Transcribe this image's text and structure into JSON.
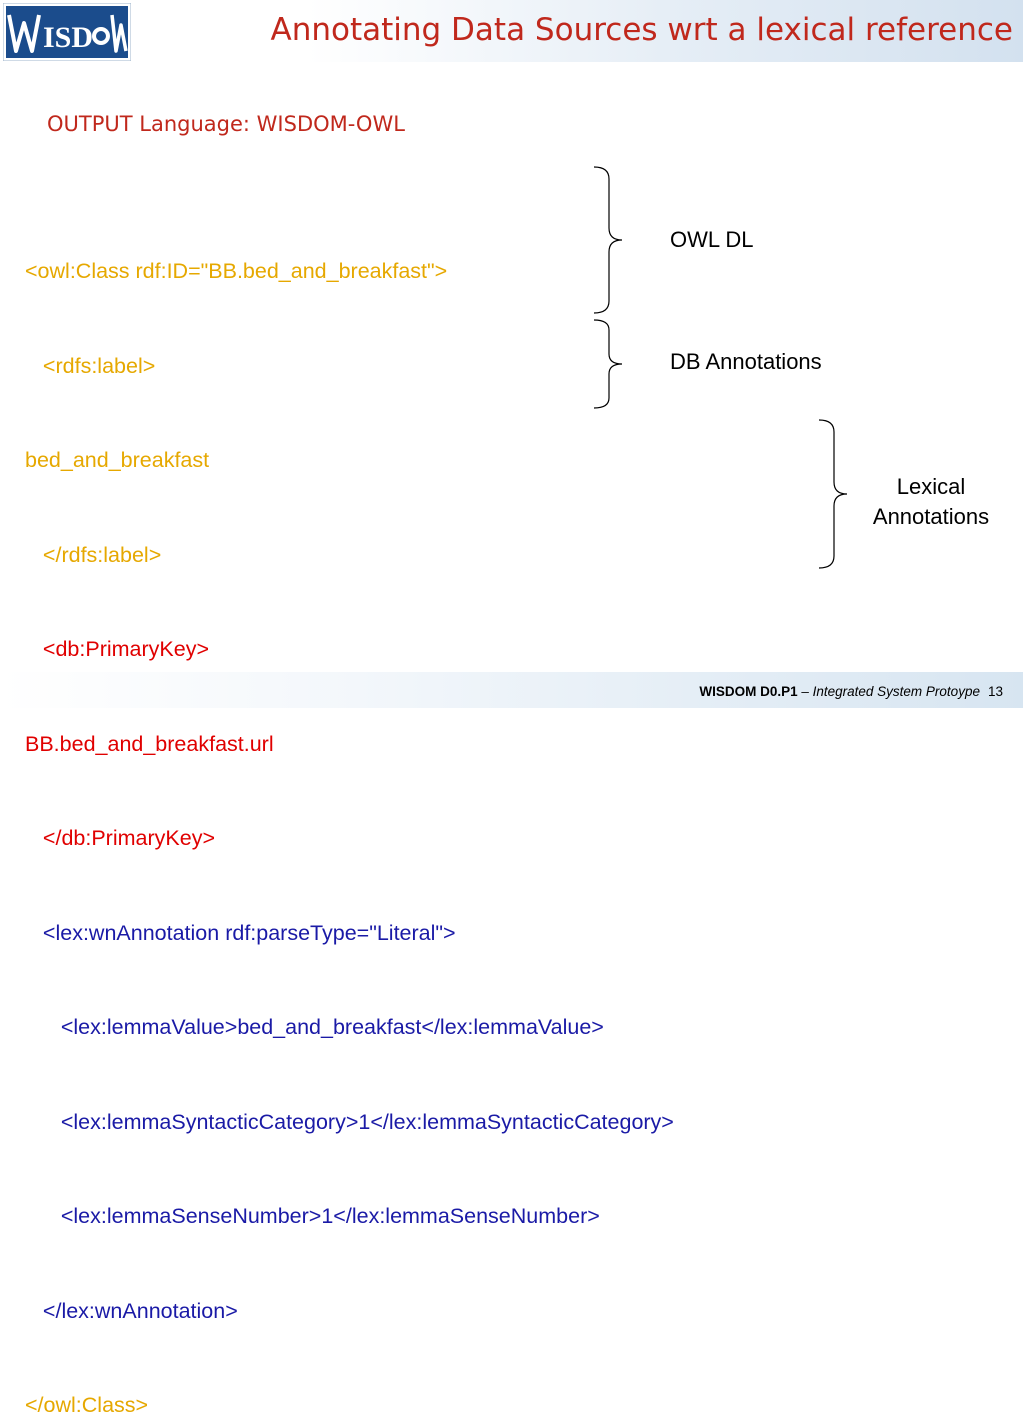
{
  "header": {
    "logo_text": "WISDOM",
    "title": "Annotating Data Sources wrt a lexical reference"
  },
  "subtitle": "OUTPUT Language: WISDOM-OWL",
  "code_lines": [
    {
      "text": "<owl:Class rdf:ID=\"BB.bed_and_breakfast\">",
      "color": "#e6a800"
    },
    {
      "text": "   <rdfs:label>",
      "color": "#e6a800"
    },
    {
      "text": "bed_and_breakfast",
      "color": "#e6a800"
    },
    {
      "text": "   </rdfs:label>",
      "color": "#e6a800"
    },
    {
      "text": "   <db:PrimaryKey>",
      "color": "#e00000"
    },
    {
      "text": "BB.bed_and_breakfast.url",
      "color": "#e00000"
    },
    {
      "text": "   </db:PrimaryKey>",
      "color": "#e00000"
    },
    {
      "text": "   <lex:wnAnnotation rdf:parseType=\"Literal\">",
      "color": "#1a1aa6"
    },
    {
      "text": "      <lex:lemmaValue>bed_and_breakfast</lex:lemmaValue>",
      "color": "#1a1aa6"
    },
    {
      "text": "      <lex:lemmaSyntacticCategory>1</lex:lemmaSyntacticCategory>",
      "color": "#1a1aa6"
    },
    {
      "text": "      <lex:lemmaSenseNumber>1</lex:lemmaSenseNumber>",
      "color": "#1a1aa6"
    },
    {
      "text": "   </lex:wnAnnotation>",
      "color": "#1a1aa6"
    },
    {
      "text": "</owl:Class>",
      "color": "#e6a800"
    }
  ],
  "annotations": {
    "owl_dl": "OWL DL",
    "db": "DB Annotations",
    "lexical_line1": "Lexical",
    "lexical_line2": "Annotations"
  },
  "footer": {
    "project": "WISDOM D0.P1",
    "description": " – Integrated System Protoype",
    "page": "13"
  }
}
